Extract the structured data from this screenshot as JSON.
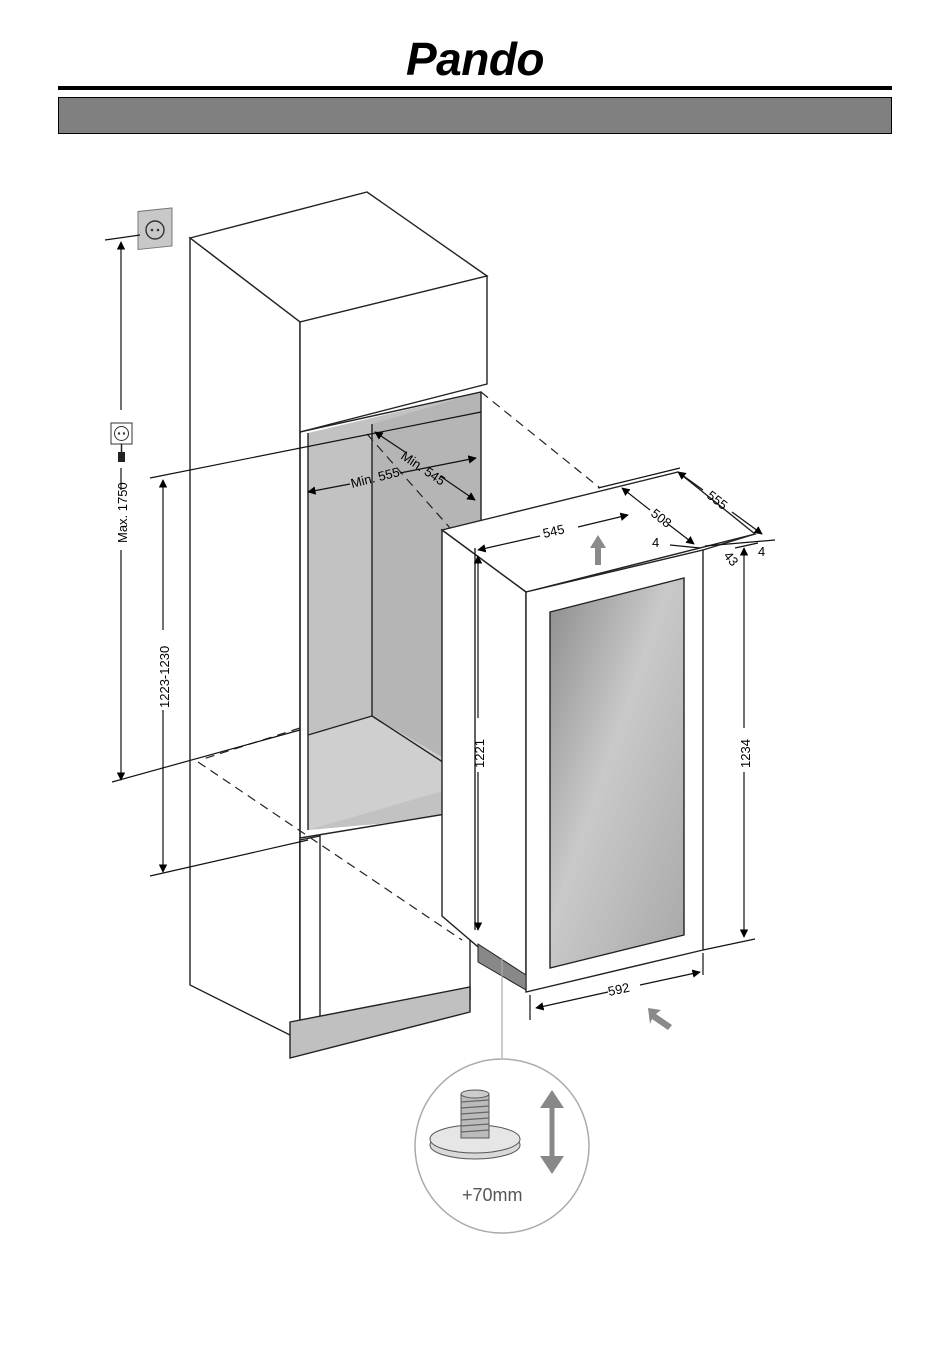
{
  "header": {
    "brand": "Pando"
  },
  "dimensions": {
    "max_height": "Max. 1750",
    "niche_height": "1223-1230",
    "min_width": "Min. 555",
    "min_depth": "Min. 545",
    "top_width": "545",
    "depth_508": "508",
    "depth_555": "555",
    "gap_4a": "4",
    "gap_4b": "4",
    "gap_43": "43",
    "left_height": "1221",
    "right_height": "1234",
    "front_width": "592"
  },
  "detail": {
    "caption": "+70mm"
  }
}
